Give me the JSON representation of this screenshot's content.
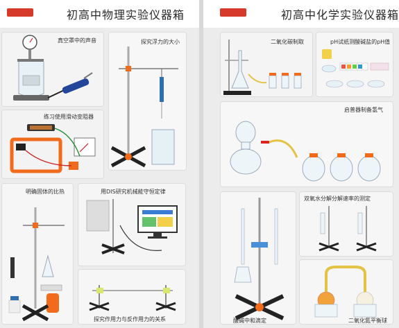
{
  "physics": {
    "title": "初高中物理实验仪器箱",
    "panels": {
      "vacuum": "真空罩中的声音",
      "buoyancy": "探究浮力的大小",
      "rheostat": "练习使用滑动变阻器",
      "heat": "明确固体的比热",
      "dis": "用DIS研究机械能守恒定律",
      "force": "探究作用力与反作用力的关系"
    }
  },
  "chemistry": {
    "title": "初高中化学实验仪器箱",
    "panels": {
      "co2": "二氧化碳制取",
      "ph": "pH试纸测酸碱盐的pH值",
      "kipp": "启普器制备氢气",
      "neutral": "酸碱中和滴定",
      "h2o2": "双氧水分解分解速率的测定",
      "no2": "二氧化氮平衡球"
    }
  },
  "colors": {
    "accent_red": "#d63a2a",
    "orange": "#f26a1b",
    "stand_black": "#222222"
  }
}
